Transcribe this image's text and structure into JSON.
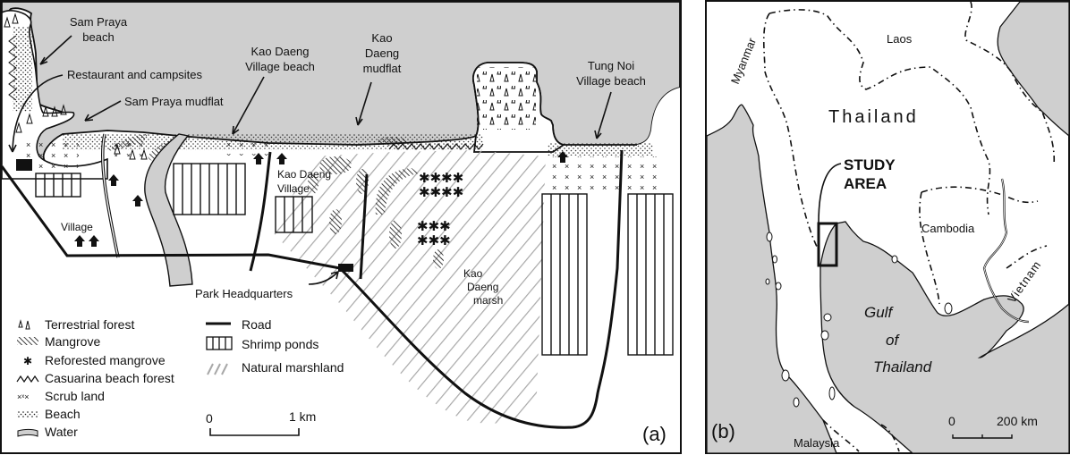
{
  "figure": {
    "panels": [
      {
        "id": "a",
        "panel_label": "(a)",
        "place_labels": {
          "sam_praya_beach": [
            "Sam Praya",
            "beach"
          ],
          "restaurant_campsites": "Restaurant and campsites",
          "sam_praya_mudflat": "Sam Praya mudflat",
          "kao_daeng_village_beach": [
            "Kao Daeng",
            "Village beach"
          ],
          "kao_daeng_mudflat": [
            "Kao",
            "Daeng",
            "mudflat"
          ],
          "tung_noi_village_beach": [
            "Tung Noi",
            "Village beach"
          ],
          "kao_daeng_village": [
            "Kao Daeng",
            "Village"
          ],
          "village": "Village",
          "park_headquarters": "Park Headquarters",
          "kao_daeng_marsh": [
            "Kao",
            "Daeng",
            "marsh"
          ]
        },
        "legend_left": [
          {
            "icon": "terrestrial-forest-icon",
            "label": "Terrestrial forest"
          },
          {
            "icon": "mangrove-icon",
            "label": "Mangrove"
          },
          {
            "icon": "reforested-mangrove-icon",
            "label": "Reforested mangrove"
          },
          {
            "icon": "casuarina-icon",
            "label": "Casuarina beach forest"
          },
          {
            "icon": "scrub-land-icon",
            "label": "Scrub land"
          },
          {
            "icon": "beach-icon",
            "label": "Beach"
          },
          {
            "icon": "water-icon",
            "label": "Water"
          }
        ],
        "legend_right": [
          {
            "icon": "road-icon",
            "label": "Road"
          },
          {
            "icon": "shrimp-ponds-icon",
            "label": "Shrimp ponds"
          },
          {
            "icon": "natural-marshland-icon",
            "label": "Natural marshland"
          }
        ],
        "scale_bar": {
          "start": "0",
          "end": "1 km"
        }
      },
      {
        "id": "b",
        "panel_label": "(b)",
        "country_labels": {
          "myanmar": "Myanmar",
          "laos": "Laos",
          "thailand": "Thailand",
          "cambodia": "Cambodia",
          "vietnam": "Vietnam",
          "malaysia": "Malaysia"
        },
        "study_area": [
          "STUDY",
          "AREA"
        ],
        "gulf": [
          "Gulf",
          "of",
          "Thailand"
        ],
        "scale_bar": {
          "start": "0",
          "end": "200 km"
        }
      }
    ],
    "colors": {
      "sea": "#cfcfcf",
      "land": "#ffffff",
      "ink": "#111111",
      "marsh_hatch": "#a8a8a8"
    }
  }
}
